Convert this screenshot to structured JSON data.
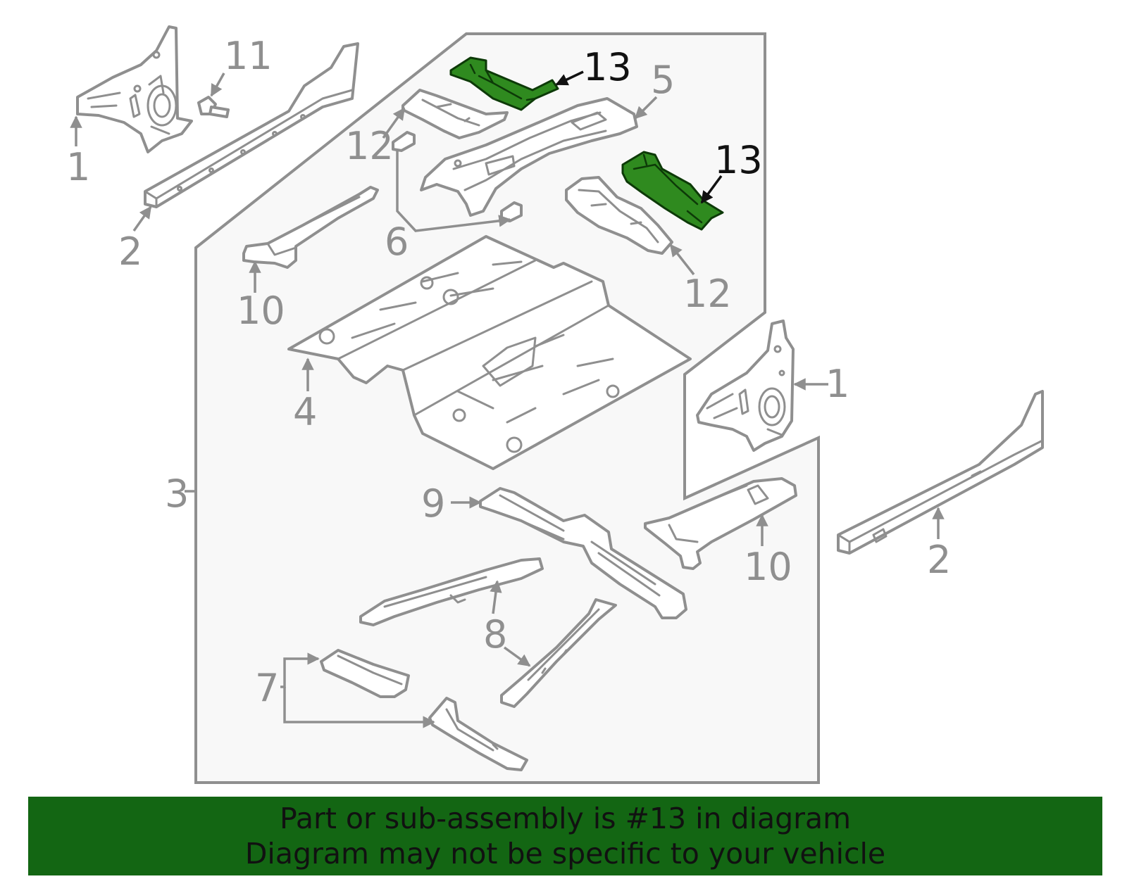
{
  "banner": {
    "line1": "Part or sub-assembly is #13 in diagram",
    "line2": "Diagram may not be specific to your vehicle",
    "color": "#136613"
  },
  "highlight_color": "#2f8a1f",
  "callouts": {
    "c1a": "1",
    "c1b": "1",
    "c2a": "2",
    "c2b": "2",
    "c3": "3",
    "c4": "4",
    "c5": "5",
    "c6": "6",
    "c7": "7",
    "c8": "8",
    "c9": "9",
    "c10a": "10",
    "c10b": "10",
    "c11": "11",
    "c12a": "12",
    "c12b": "12",
    "c13a": "13",
    "c13b": "13"
  }
}
